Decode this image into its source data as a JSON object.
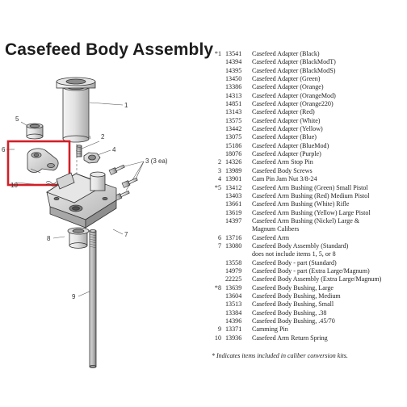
{
  "title": "Casefeed Body Assembly",
  "callouts": {
    "c1": "1",
    "c2": "2",
    "c3": "3 (3 ea)",
    "c4": "4",
    "c5": "5",
    "c6": "6",
    "c7": "7",
    "c8": "8",
    "c9": "9",
    "c10": "10"
  },
  "highlight_color": "#d21f26",
  "parts": [
    {
      "ref": "*1",
      "num": "13541",
      "desc": "Casefeed Adapter (Black)"
    },
    {
      "ref": "",
      "num": "14394",
      "desc": "Casefeed Adapter (BlackModT)"
    },
    {
      "ref": "",
      "num": "14395",
      "desc": "Casefeed Adapter (BlackModS)"
    },
    {
      "ref": "",
      "num": "13450",
      "desc": "Casefeed Adapter (Green)"
    },
    {
      "ref": "",
      "num": "13386",
      "desc": "Casefeed Adapter (Orange)"
    },
    {
      "ref": "",
      "num": "14313",
      "desc": "Casefeed Adapter (OrangeMod)"
    },
    {
      "ref": "",
      "num": "14851",
      "desc": "Casefeed Adapter (Orange220)"
    },
    {
      "ref": "",
      "num": "13143",
      "desc": "Casefeed Adapter (Red)"
    },
    {
      "ref": "",
      "num": "13575",
      "desc": "Casefeed Adapter (White)"
    },
    {
      "ref": "",
      "num": "13442",
      "desc": "Casefeed Adapter (Yellow)"
    },
    {
      "ref": "",
      "num": "13075",
      "desc": "Casefeed Adapter (Blue)"
    },
    {
      "ref": "",
      "num": "15186",
      "desc": "Casefeed Adapter (BlueMod)"
    },
    {
      "ref": "",
      "num": "18076",
      "desc": "Casefeed Adapter (Purple)"
    },
    {
      "ref": "2",
      "num": "14326",
      "desc": "Casefeed Arm Stop Pin"
    },
    {
      "ref": "3",
      "num": "13989",
      "desc": "Casefeed Body Screws"
    },
    {
      "ref": "4",
      "num": "13901",
      "desc": "Cam Pin Jam Nut 3/8-24"
    },
    {
      "ref": "*5",
      "num": "13412",
      "desc": "Casefeed Arm Bushing (Green) Small Pistol"
    },
    {
      "ref": "",
      "num": "13403",
      "desc": "Casefeed Arm Bushing (Red) Medium Pistol"
    },
    {
      "ref": "",
      "num": "13661",
      "desc": "Casefeed Arm Bushing (White) Rifle"
    },
    {
      "ref": "",
      "num": "13619",
      "desc": "Casefeed Arm Bushing (Yellow) Large Pistol"
    },
    {
      "ref": "",
      "num": "14397",
      "desc": "Casefeed Arm Bushing (Nickel) Large &"
    },
    {
      "ref": "",
      "num": "",
      "desc": "Magnum Calibers"
    },
    {
      "ref": "6",
      "num": "13716",
      "desc": "Casefeed Arm"
    },
    {
      "ref": "7",
      "num": "13080",
      "desc": "Casefeed Body Assembly (Standard)"
    },
    {
      "ref": "",
      "num": "",
      "desc": "does not include items 1, 5, or 8"
    },
    {
      "ref": "",
      "num": "13558",
      "desc": "Casefeed Body - part (Standard)"
    },
    {
      "ref": "",
      "num": "14979",
      "desc": "Casefeed Body - part (Extra Large/Magnum)"
    },
    {
      "ref": "",
      "num": "22225",
      "desc": "Casefeed Body Assembly (Extra Large/Magnum)"
    },
    {
      "ref": "*8",
      "num": "13639",
      "desc": "Casefeed Body Bushing, Large"
    },
    {
      "ref": "",
      "num": "13604",
      "desc": "Casefeed Body Bushing, Medium"
    },
    {
      "ref": "",
      "num": "13513",
      "desc": "Casefeed Body Bushing, Small"
    },
    {
      "ref": "",
      "num": "13384",
      "desc": "Casefeed Body Bushing, .38"
    },
    {
      "ref": "",
      "num": "14396",
      "desc": "Casefeed Body Bushing, .45/70"
    },
    {
      "ref": "9",
      "num": "13371",
      "desc": "Camming Pin"
    },
    {
      "ref": "10",
      "num": "13936",
      "desc": "Casefeed Arm Return Spring"
    }
  ],
  "footnote": "* Indicates items included in caliber conversion kits."
}
